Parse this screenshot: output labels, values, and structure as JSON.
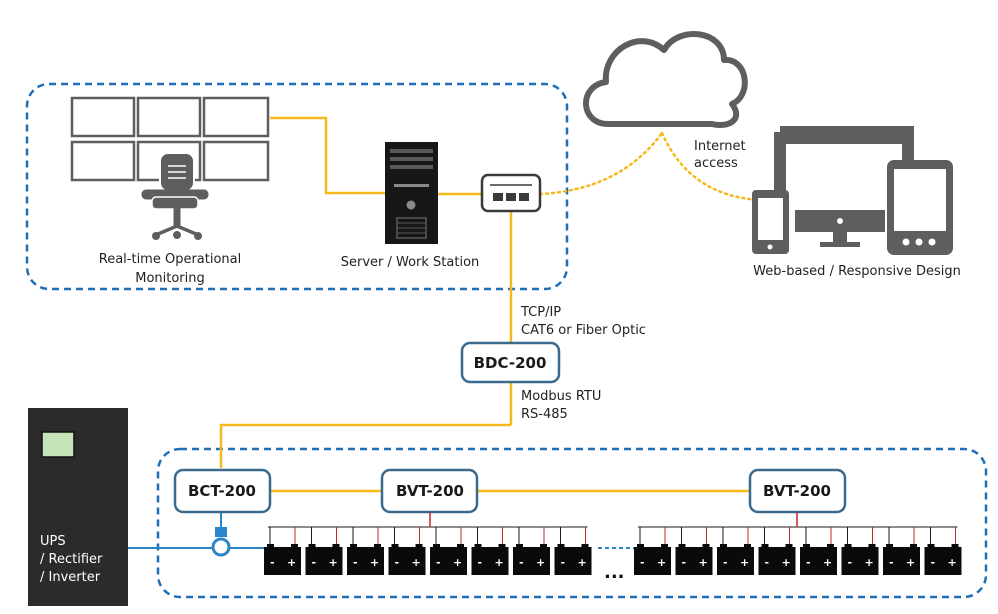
{
  "colors": {
    "link": "#F5B91E",
    "dash": "#1F6FB8",
    "box_stroke": "#3A6A8E",
    "device_gray": "#5E5E5E",
    "battery": "#0A0A0A",
    "wire_red": "#C0282B",
    "wire_black": "#1a1a1a",
    "cable_blue": "#2A86C8",
    "ups_body": "#2B2B2B",
    "ups_screen": "#C6E2B8"
  },
  "icons": {
    "monitor_wall": "video-wall-icon",
    "chair": "office-chair-icon",
    "server": "server-tower-icon",
    "switch": "network-switch-icon",
    "cloud": "cloud-icon",
    "devices": "responsive-devices-icon",
    "ct": "current-sensor-icon",
    "battery": "battery-icon"
  },
  "labels": {
    "monitoring_line1": "Real-time Operational",
    "monitoring_line2": "Monitoring",
    "server": "Server / Work Station",
    "internet_line1": "Internet",
    "internet_line2": "access",
    "web": "Web-based / Responsive Design",
    "tcp_line1": "TCP/IP",
    "tcp_line2": "CAT6 or Fiber Optic",
    "modbus_line1": "Modbus RTU",
    "modbus_line2": "RS-485",
    "ups_line1": "UPS",
    "ups_line2": "/ Rectifier",
    "ups_line3": "/ Inverter",
    "ellipsis": "..."
  },
  "nodes": {
    "bdc": "BDC-200",
    "bct": "BCT-200",
    "bvt1": "BVT-200",
    "bvt2": "BVT-200"
  },
  "battery": {
    "minus": "-",
    "plus": "+",
    "left_string_count": 8,
    "right_string_count": 8
  }
}
